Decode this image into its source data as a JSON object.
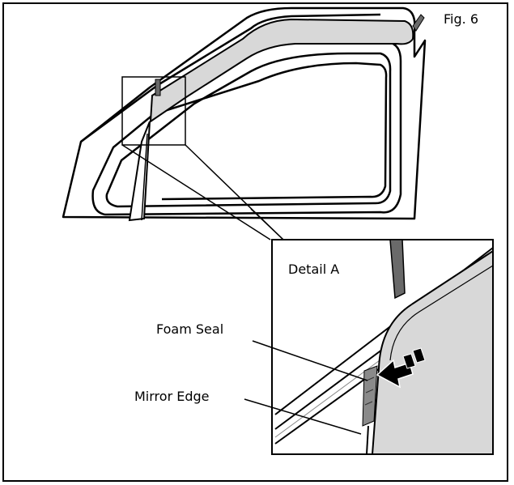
{
  "figure": {
    "label": "Fig. 6"
  },
  "detail": {
    "title": "Detail A"
  },
  "callouts": {
    "foam_seal": "Foam Seal",
    "mirror_edge": "Mirror Edge"
  },
  "colors": {
    "line": "#000000",
    "deflector_fill": "#d8d8d8",
    "tape_fill": "#6a6a6a",
    "background": "#ffffff"
  },
  "icons": {
    "arrow": "push-direction-arrow"
  }
}
